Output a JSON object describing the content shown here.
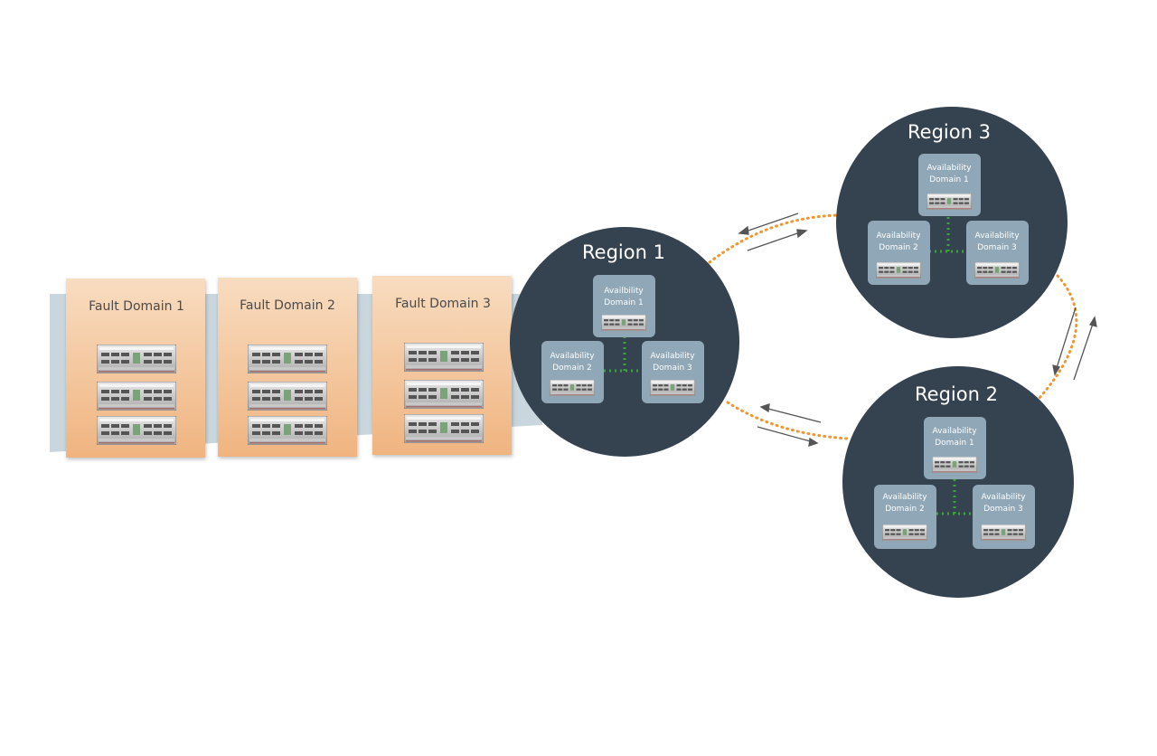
{
  "fault_domains": [
    {
      "label": "Fault Domain 1"
    },
    {
      "label": "Fault Domain 2"
    },
    {
      "label": "Fault Domain 3"
    }
  ],
  "regions": [
    {
      "label": "Region 1",
      "ads": [
        {
          "line1": "Availbility",
          "line2": "Domain  1"
        },
        {
          "line1": "Availability",
          "line2": "Domain  2"
        },
        {
          "line1": "Availability",
          "line2": "Domain  3"
        }
      ]
    },
    {
      "label": "Region 2",
      "ads": [
        {
          "line1": "Availability",
          "line2": "Domain  1"
        },
        {
          "line1": "Availability",
          "line2": "Domain  2"
        },
        {
          "line1": "Availability",
          "line2": "Domain  3"
        }
      ]
    },
    {
      "label": "Region 3",
      "ads": [
        {
          "line1": "Availability",
          "line2": "Domain  1"
        },
        {
          "line1": "Availability",
          "line2": "Domain  2"
        },
        {
          "line1": "Availability",
          "line2": "Domain  3"
        }
      ]
    }
  ],
  "colors": {
    "region_fill": "#354350",
    "ad_box": "#8fa7b6",
    "fault_domain_top": "#f8dcc0",
    "fault_domain_bottom": "#f0b480",
    "connector_band": "#c9d6de",
    "link_dots": "#f0962e",
    "ad_dots": "#3aa437",
    "arrow": "#555555"
  }
}
